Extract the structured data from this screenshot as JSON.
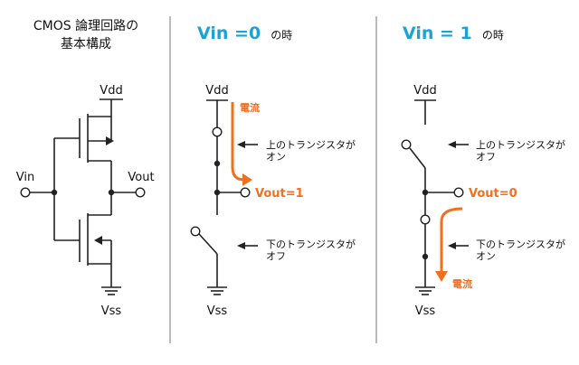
{
  "panel1": {
    "title_line1": "CMOS 論理回路の",
    "title_line2": "基本構成",
    "vdd": "Vdd",
    "vin": "Vin",
    "vout": "Vout",
    "vss": "Vss"
  },
  "panel2": {
    "title_main": "Vin =0",
    "title_suffix": "の時",
    "vdd": "Vdd",
    "current": "電流",
    "vout": "Vout=1",
    "upper_note_1": "上のトランジスタが",
    "upper_note_2": "オン",
    "lower_note_1": "下のトランジスタが",
    "lower_note_2": "オフ",
    "vss": "Vss"
  },
  "panel3": {
    "title_main": "Vin = 1",
    "title_suffix": "の時",
    "vdd": "Vdd",
    "vout": "Vout=0",
    "upper_note_1": "上のトランジスタが",
    "upper_note_2": "オフ",
    "lower_note_1": "下のトランジスタが",
    "lower_note_2": "オン",
    "current": "電流",
    "vss": "Vss"
  },
  "colors": {
    "accent": "#1aa3d9",
    "current": "#f07020"
  }
}
